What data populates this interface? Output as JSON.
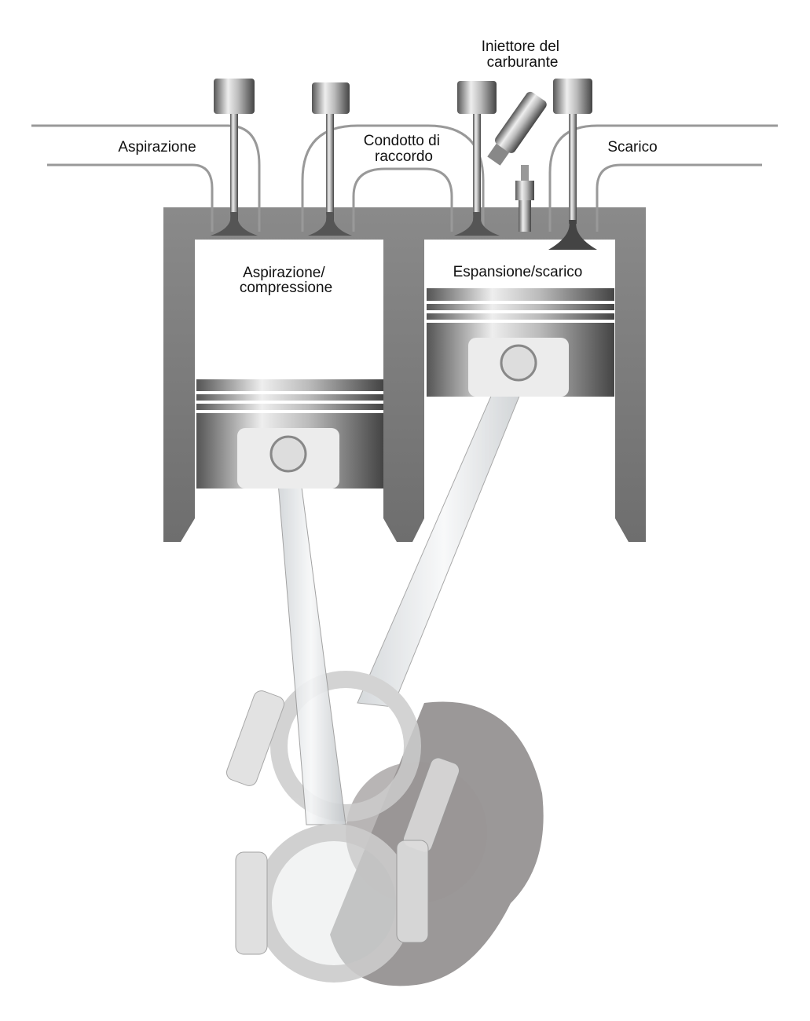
{
  "labels": {
    "injector": [
      "Iniettore del",
      "carburante"
    ],
    "intake": "Aspirazione",
    "crossover": [
      "Condotto di",
      "raccordo"
    ],
    "exhaust": "Scarico",
    "left_cylinder": [
      "Aspirazione/",
      "compressione"
    ],
    "right_cylinder": "Espansione/scarico"
  },
  "colors": {
    "block": "#7a7a7a",
    "piston": "#b8b8b8",
    "crank": "#8a8686",
    "rod": "#e4e6e8"
  }
}
